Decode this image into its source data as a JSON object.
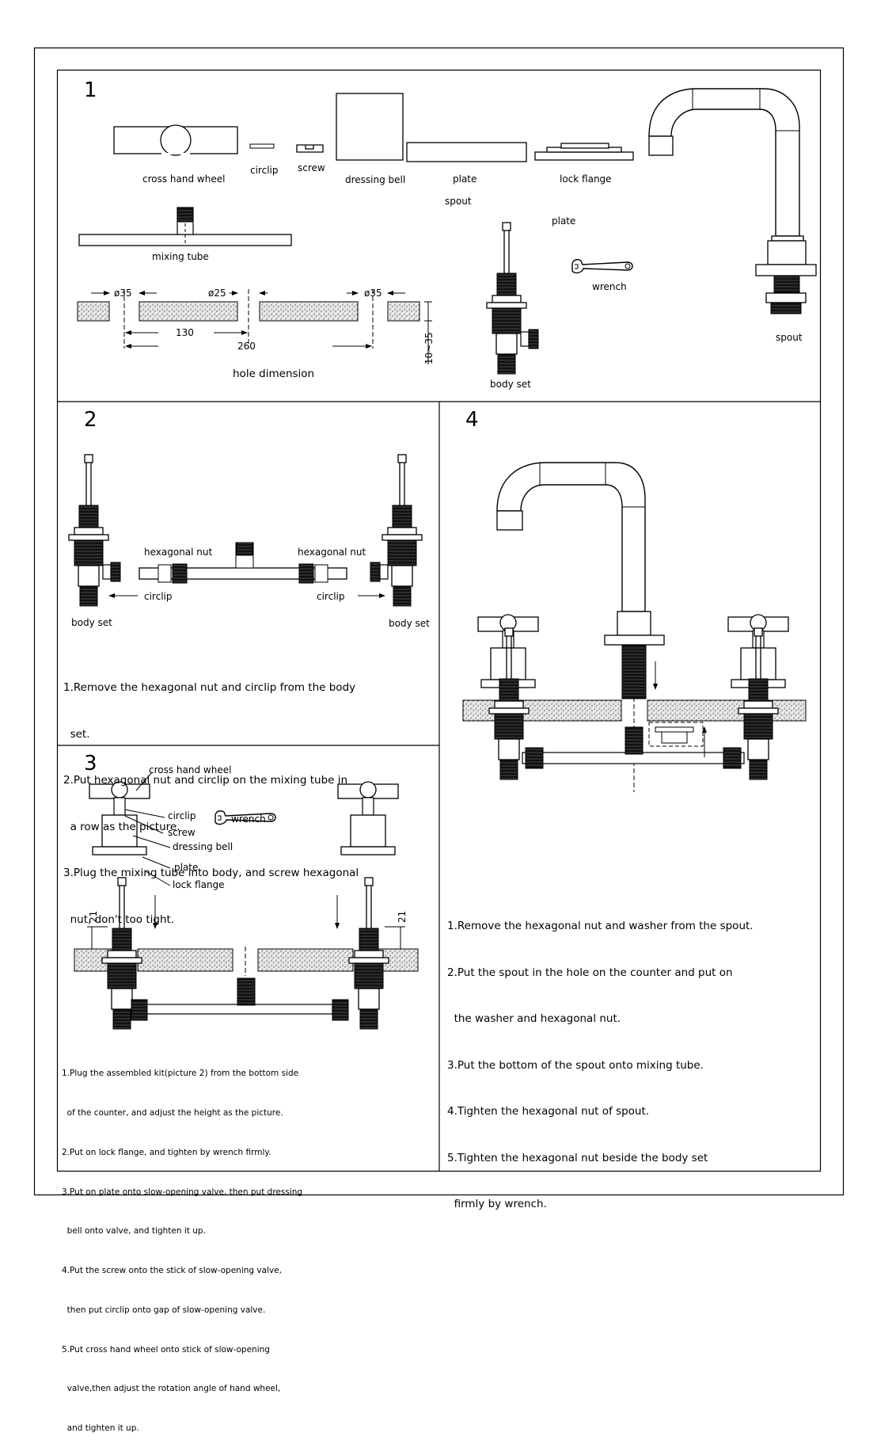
{
  "steps": [
    "1",
    "2",
    "3",
    "4"
  ],
  "panel1": {
    "labels": {
      "cross_hand_wheel": "cross hand wheel",
      "circlip": "circlip",
      "screw": "screw",
      "dressing_bell": "dressing bell",
      "plate": "plate",
      "lock_flange": "lock flange",
      "spout_top": "spout",
      "plate_2": "plate",
      "mixing_tube": "mixing tube",
      "wrench": "wrench",
      "body_set": "body set",
      "spout_right": "spout",
      "hole_dimension": "hole dimension"
    },
    "dimensions": {
      "d35_left": "ø35",
      "d25": "ø25",
      "d35_right": "ø35",
      "dist_130": "130",
      "dist_260": "260",
      "thickness": "10~35"
    }
  },
  "panel2": {
    "labels": {
      "hex_nut_left": "hexagonal nut",
      "hex_nut_right": "hexagonal nut",
      "circlip_left": "circlip",
      "circlip_right": "circlip",
      "body_set_left": "body set",
      "body_set_right": "body set"
    },
    "instructions": [
      "1.Remove the hexagonal nut and circlip from the body",
      "  set.",
      "2.Put hexagonal nut and circlip on the mixing tube in",
      "  a row as the picture.",
      "3.Plug the mixing tube into body, and screw hexagonal",
      "  nut, don't too tight."
    ]
  },
  "panel3": {
    "labels": {
      "cross_hand_wheel": "cross hand wheel",
      "circlip": "circlip",
      "wrench": "wrench",
      "screw": "screw",
      "dressing_bell": "dressing bell",
      "plate": "plate",
      "lock_flange": "lock flange",
      "height_left": "21",
      "height_right": "21"
    },
    "instructions": [
      "1.Plug the assembled kit(picture 2) from the bottom side",
      "  of the counter, and adjust the height as the picture.",
      "2.Put on lock flange, and tighten by wrench firmly.",
      "3.Put on plate onto slow-opening valve, then put dressing",
      "  bell onto valve, and tighten it up.",
      "4.Put the screw onto the stick of slow-opening valve,",
      "  then put circlip onto gap of slow-opening valve.",
      "5.Put cross hand wheel onto stick of slow-opening",
      "  valve,then adjust the rotation angle of hand wheel,",
      "  and tighten it up."
    ]
  },
  "panel4": {
    "instructions": [
      "1.Remove the hexagonal nut and washer from the spout.",
      "2.Put the spout in the hole on the counter and put on",
      "  the washer and hexagonal nut.",
      "3.Put the bottom of the spout onto mixing tube.",
      "4.Tighten the hexagonal nut of spout.",
      "5.Tighten the hexagonal nut beside the body set",
      "  firmly by wrench."
    ]
  }
}
